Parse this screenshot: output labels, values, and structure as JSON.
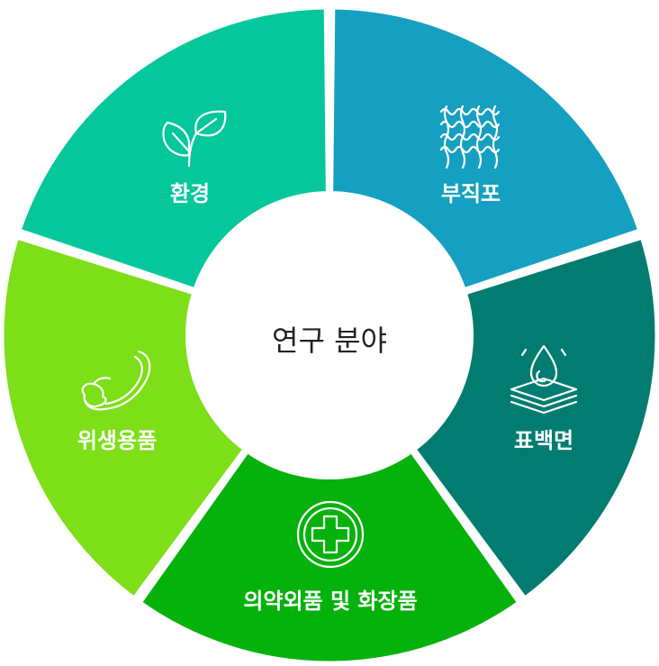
{
  "center": {
    "label": "연구 분야"
  },
  "segments": [
    {
      "id": "nonwoven",
      "label": "부직포",
      "color": "#159fc0",
      "icon": "waves-icon"
    },
    {
      "id": "surface",
      "label": "표백면",
      "color": "#027c70",
      "icon": "water-drop-layers-icon"
    },
    {
      "id": "pharma",
      "label": "의약외품 및 화장품",
      "color": "#05b20c",
      "icon": "medical-cross-icon"
    },
    {
      "id": "hygiene",
      "label": "위생용품",
      "color": "#7ddf17",
      "icon": "sanitary-pad-icon"
    },
    {
      "id": "environment",
      "label": "환경",
      "color": "#04c79c",
      "icon": "leaves-icon"
    }
  ]
}
